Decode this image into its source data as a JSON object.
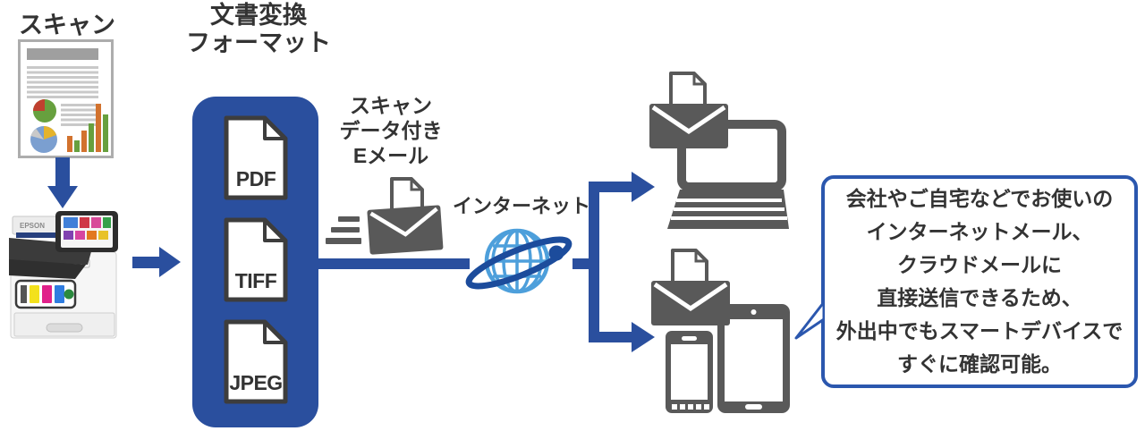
{
  "colors": {
    "blue": "#2A4F9E",
    "bubble_border": "#2B57AE",
    "globe_light": "#4D9FDB",
    "globe_orbit": "#1C4C9C",
    "icon_gray": "#595959",
    "text_dark": "#333333"
  },
  "scan_label": "スキャン",
  "format_title": {
    "line1": "文書変換",
    "line2": "フォーマット"
  },
  "formats": [
    {
      "label": "PDF"
    },
    {
      "label": "TIFF"
    },
    {
      "label": "JPEG"
    }
  ],
  "email_label": {
    "line1": "スキャン",
    "line2": "データ付き",
    "line3": "Eメール"
  },
  "internet_label": "インターネット",
  "printer": {
    "brand": "EPSON"
  },
  "callout": {
    "lines": [
      "会社やご自宅などでお使いの",
      "インターネットメール、",
      "クラウドメールに",
      "直接送信できるため、",
      "外出中でもスマートデバイスで",
      "すぐに確認可能。"
    ]
  }
}
